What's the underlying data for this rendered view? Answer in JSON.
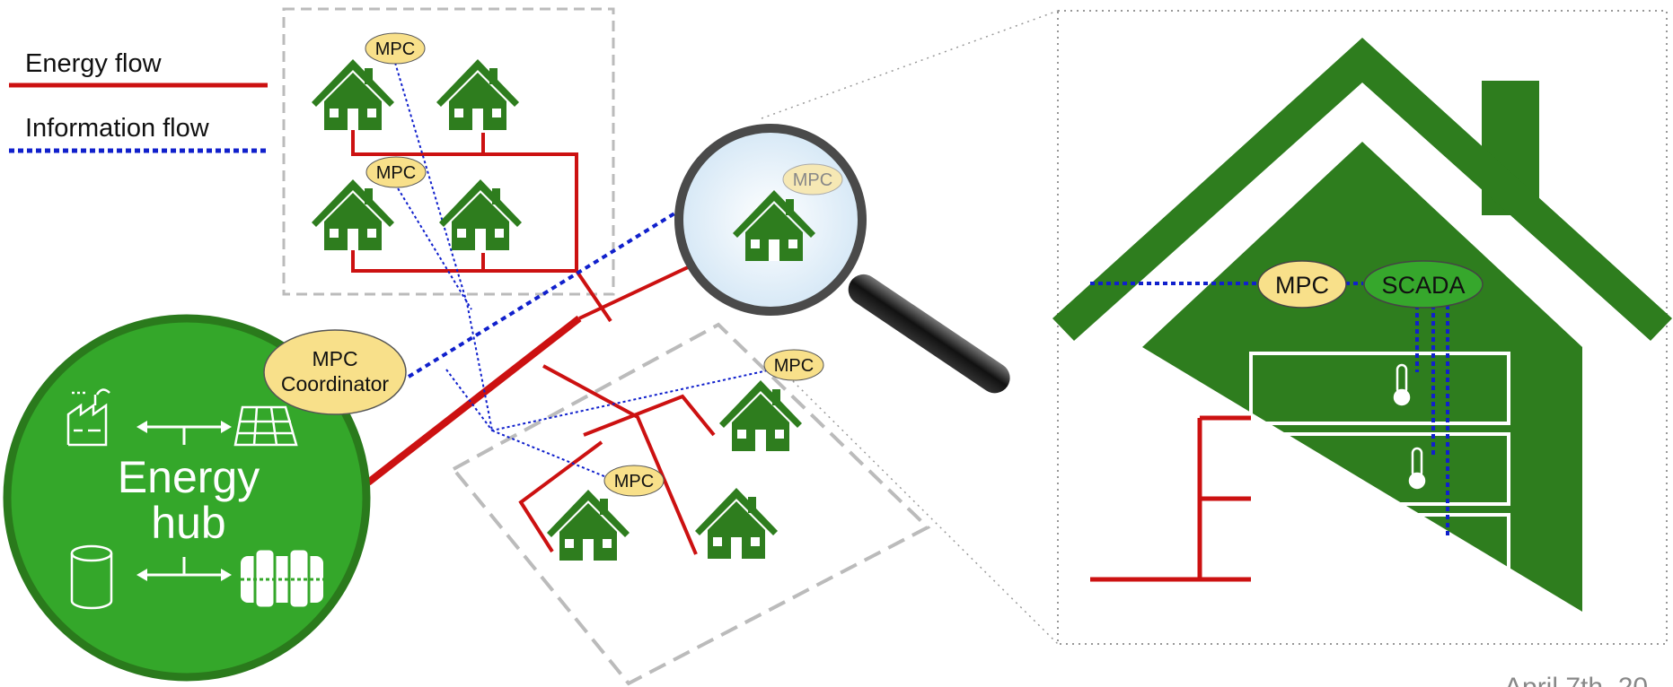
{
  "legend": {
    "energy_flow": "Energy flow",
    "information_flow": "Information flow"
  },
  "labels": {
    "mpc": "MPC",
    "mpc_coordinator_line1": "MPC",
    "mpc_coordinator_line2": "Coordinator",
    "energy_hub_line1": "Energy",
    "energy_hub_line2": "hub",
    "scada": "SCADA",
    "date": "April 7th, 20"
  },
  "colors": {
    "house_green": "#2e7d1e",
    "hub_green": "#34a72a",
    "hub_border": "#2a7a1c",
    "energy_red": "#cc1111",
    "info_blue": "#1020cc",
    "mpc_fill": "#f8e08a",
    "scada_fill": "#36a72c",
    "dashed_gray": "#bbbbbb"
  },
  "icons": {
    "house": "house-icon",
    "factory": "factory-icon",
    "solar": "solar-panel-icon",
    "storage": "storage-tank-icon",
    "heat_exchanger": "heat-exchanger-icon",
    "thermometer": "thermometer-icon",
    "magnifier": "magnifying-glass-icon"
  }
}
